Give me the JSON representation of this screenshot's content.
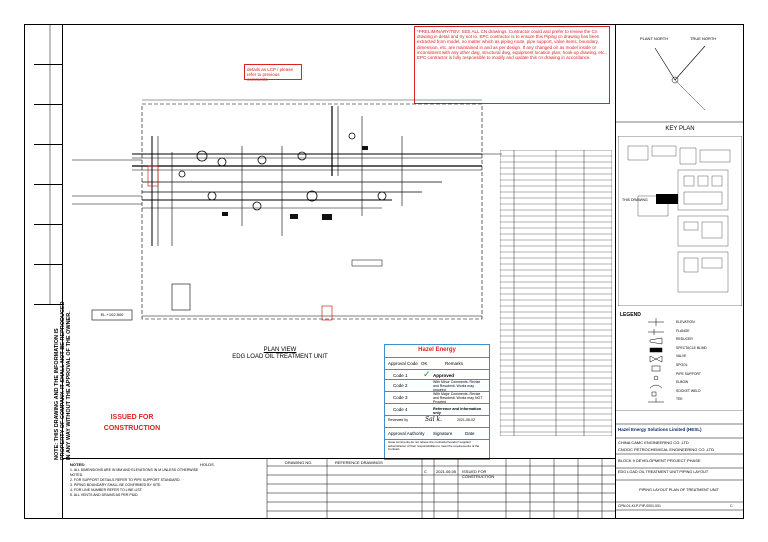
{
  "notes": {
    "top_red": "*PRELIMINARY/TBV: SEE ALL CN drawings. Contractor could and prefer to review the Cn drawing in detail and try not to. EPC contractor is to ensure this Piping cn drawing has been extracted from model, no matter which as piping route, pipe support, valve items, boundary, dimension, etc. are maintained in and as per design. If any changed on as model inside or inconsistent with any other dwg, structural dwg, equipment location plan, hook-up drawing, etc., EPC contractor is fully responsible to modify and update this cn drawing in accordance.",
    "small_red": "details as LCP / please refer to previous comments"
  },
  "plan": {
    "title": "PLAN VIEW",
    "subtitle": "EDG LOAD OIL TREATMENT UNIT",
    "label_box": "EL.+102.500"
  },
  "key_plan": {
    "title": "KEY PLAN",
    "north_label": "TRUE NORTH",
    "plant_label": "PLANT NORTH",
    "marker": "THIS DRAWING"
  },
  "legend_title": "LEGEND",
  "legend_items": [
    "ELEVATION",
    "FLANGE",
    "REDUCER",
    "SPECTACLE BLIND",
    "VALVE",
    "SPOOL",
    "PIPE SUPPORT",
    "ELBOW",
    "SOCKET WELD",
    "TEE"
  ],
  "stamp": {
    "brand": "Hazel Energy",
    "header_code": "Approval Code",
    "header_ok": "OK",
    "header_remarks": "Remarks",
    "rows": [
      {
        "code": "Code 1",
        "text": "Approved"
      },
      {
        "code": "Code 2",
        "text": "With Minor Comments. Revise and Resubmit. Works may proceed"
      },
      {
        "code": "Code 3",
        "text": "With Major Comments. Revise and Resubmit. Works may NOT Proceed"
      },
      {
        "code": "Code 4",
        "text": "Reference and Information only"
      }
    ],
    "reviewed_by": "Reviewed by",
    "authority": "Approval Authority",
    "signature": "Signature",
    "date": "Date",
    "date_value": "2021-08-02",
    "footnote": "Issue comments do not relieve the contractor/vendor/ supplier/ subcontractor of their responsibilities to meet the requirements of the Contract."
  },
  "issued": "ISSUED FOR CONSTRUCTION",
  "title_block": {
    "client": "Hazel Energy Solutions Limited (HESL)",
    "contractor1": "CHINA CAMC ENGINEERING CO.,LTD",
    "contractor2": "CNOOC PETROCHEMICAL ENGINEERING CO.,LTD",
    "project": "BLOCK 9 DEVELOPMENT PROJECT PHASE",
    "title1": "EDG LOAD OIL TREATMENT UNIT PIPING LAYOUT",
    "title2": "PIPING LAYOUT PLAN OF TREATMENT UNIT",
    "drawing_no": "CPN-01-KLP-PIP-0001-001",
    "rev": "C"
  },
  "revision": {
    "rev": "C",
    "date": "2021.06.05",
    "description": "ISSUED FOR CONSTRUCTION"
  },
  "reference": {
    "heading_no": "DRAWING NO.",
    "heading_title": "REFERENCE DRAWINGS"
  },
  "margin_notes": {
    "left_vertical": "NOTE: THIS DRAWING AND THE INFORMATION IS PROPERTY OF COMPANY. IT SHALL NOT BE REPRODUCED IN ANY WAY WITHOUT THE APPROVAL OF THE OWNER."
  },
  "notes_block": {
    "title": "NOTES:",
    "items": [
      "1. ALL DIMENSIONS ARE IN MM AND ELEVATIONS IN M UNLESS OTHERWISE NOTED.",
      "2. FOR SUPPORT DETAILS REFER TO PIPE SUPPORT STANDARD.",
      "3. PIPING BOUNDARY SHALL BE CONFIRMED BY SITE.",
      "4. FOR LINE NUMBER REFER TO LINE LIST.",
      "5. ALL VENTS AND DRAINS AS PER P&ID."
    ]
  },
  "holds_label": "HOLDS"
}
